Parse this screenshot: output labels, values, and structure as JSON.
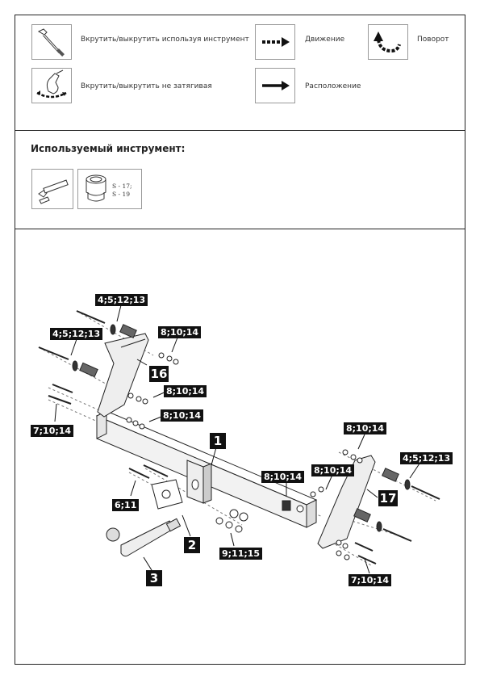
{
  "legend": {
    "screw": "Вкрутить/выкрутить используя инструмент",
    "screw_no_tight": "Вкрутить/выкрутить не затягивая",
    "movement": "Движение",
    "rotation": "Поворот",
    "position": "Расположение"
  },
  "tools": {
    "title": "Используемый инструмент:",
    "socket_sizes": [
      "S - 17;",
      "S - 19"
    ]
  },
  "diagram": {
    "callouts": {
      "left_top_1": "4;5;12;13",
      "left_top_2": "4;5;12;13",
      "left_nut_1": "8;10;14",
      "left_nut_2": "8;10;14",
      "left_nut_3": "8;10;14",
      "left_bottom": "7;10;14",
      "bolt_group": "6;11",
      "middle_hw": "9;11;15",
      "right_inner": "8;10;14",
      "right_mid": "8;10;14",
      "right_top": "8;10;14",
      "right_washer": "4;5;12;13",
      "right_bottom": "7;10;14"
    },
    "parts": {
      "p1": "1",
      "p2": "2",
      "p3": "3",
      "p16": "16",
      "p17": "17"
    }
  },
  "colors": {
    "frame": "#222222",
    "label_bg": "#111111",
    "label_text": "#ffffff",
    "icon_border": "#9a9a9a"
  }
}
